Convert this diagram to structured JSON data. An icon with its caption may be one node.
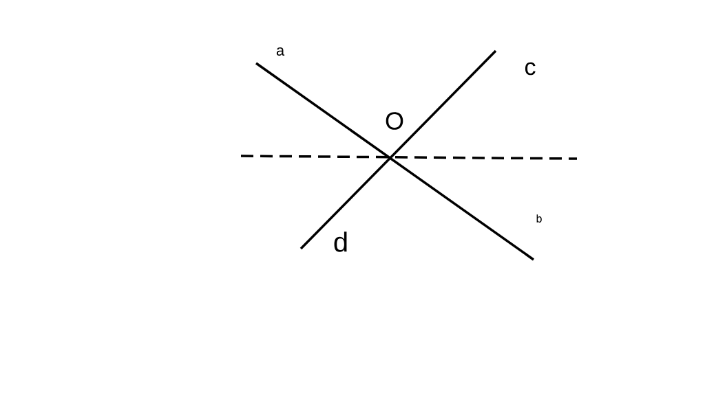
{
  "diagram": {
    "labels": [
      "a",
      "c",
      "O",
      "b",
      "d"
    ]
  }
}
